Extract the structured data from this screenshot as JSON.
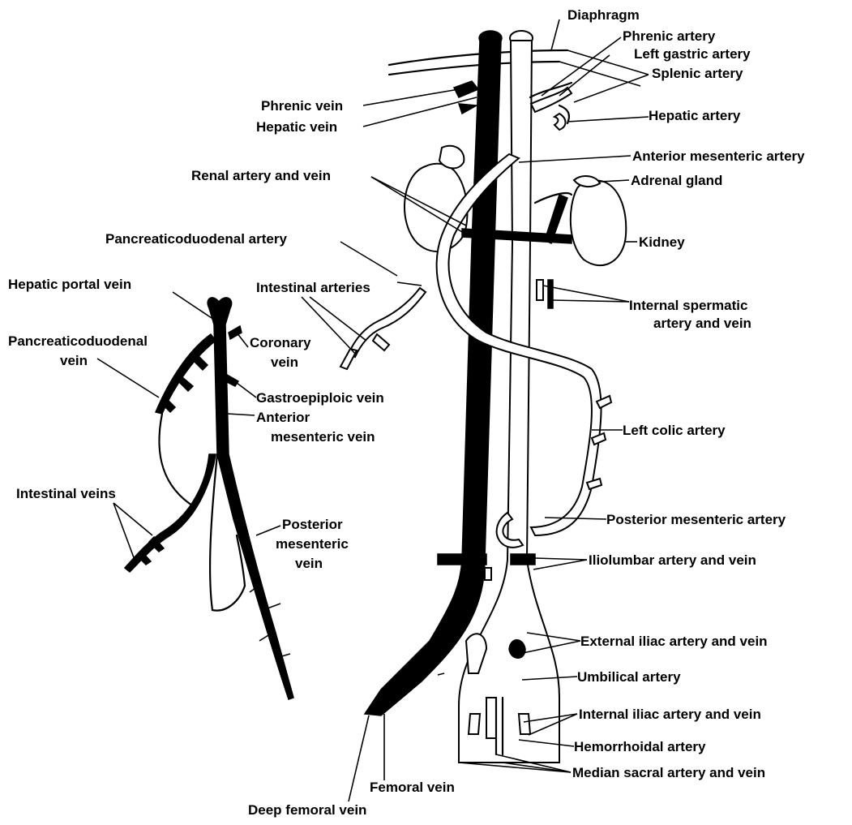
{
  "labels": {
    "diaphragm": "Diaphragm",
    "phrenic_artery": "Phrenic artery",
    "left_gastric_artery": "Left gastric artery",
    "splenic_artery": "Splenic artery",
    "hepatic_artery": "Hepatic artery",
    "phrenic_vein": "Phrenic vein",
    "hepatic_vein": "Hepatic vein",
    "anterior_mesenteric_artery": "Anterior mesenteric artery",
    "renal_artery_vein": "Renal artery and vein",
    "adrenal_gland": "Adrenal gland",
    "kidney": "Kidney",
    "pancreaticoduodenal_artery": "Pancreaticoduodenal artery",
    "hepatic_portal_vein": "Hepatic portal vein",
    "intestinal_arteries": "Intestinal arteries",
    "internal_spermatic_line1": "Internal spermatic",
    "internal_spermatic_line2": "artery and vein",
    "pancreaticoduodenal_vein_line1": "Pancreaticoduodenal",
    "pancreaticoduodenal_vein_line2": "vein",
    "coronary_vein_line1": "Coronary",
    "coronary_vein_line2": "vein",
    "gastroepiploic_vein": "Gastroepiploic vein",
    "anterior_mesenteric_vein_line1": "Anterior",
    "anterior_mesenteric_vein_line2": "mesenteric vein",
    "left_colic_artery": "Left colic artery",
    "intestinal_veins": "Intestinal veins",
    "posterior_mesenteric_vein_line1": "Posterior",
    "posterior_mesenteric_vein_line2": "mesenteric",
    "posterior_mesenteric_vein_line3": "vein",
    "posterior_mesenteric_artery": "Posterior mesenteric artery",
    "iliolumbar": "Iliolumbar artery and vein",
    "external_iliac": "External iliac artery and vein",
    "umbilical_artery": "Umbilical artery",
    "internal_iliac": "Internal iliac artery and vein",
    "hemorrhoidal_artery": "Hemorrhoidal artery",
    "median_sacral": "Median sacral artery and vein",
    "femoral_vein": "Femoral vein",
    "deep_femoral_vein": "Deep femoral vein"
  }
}
